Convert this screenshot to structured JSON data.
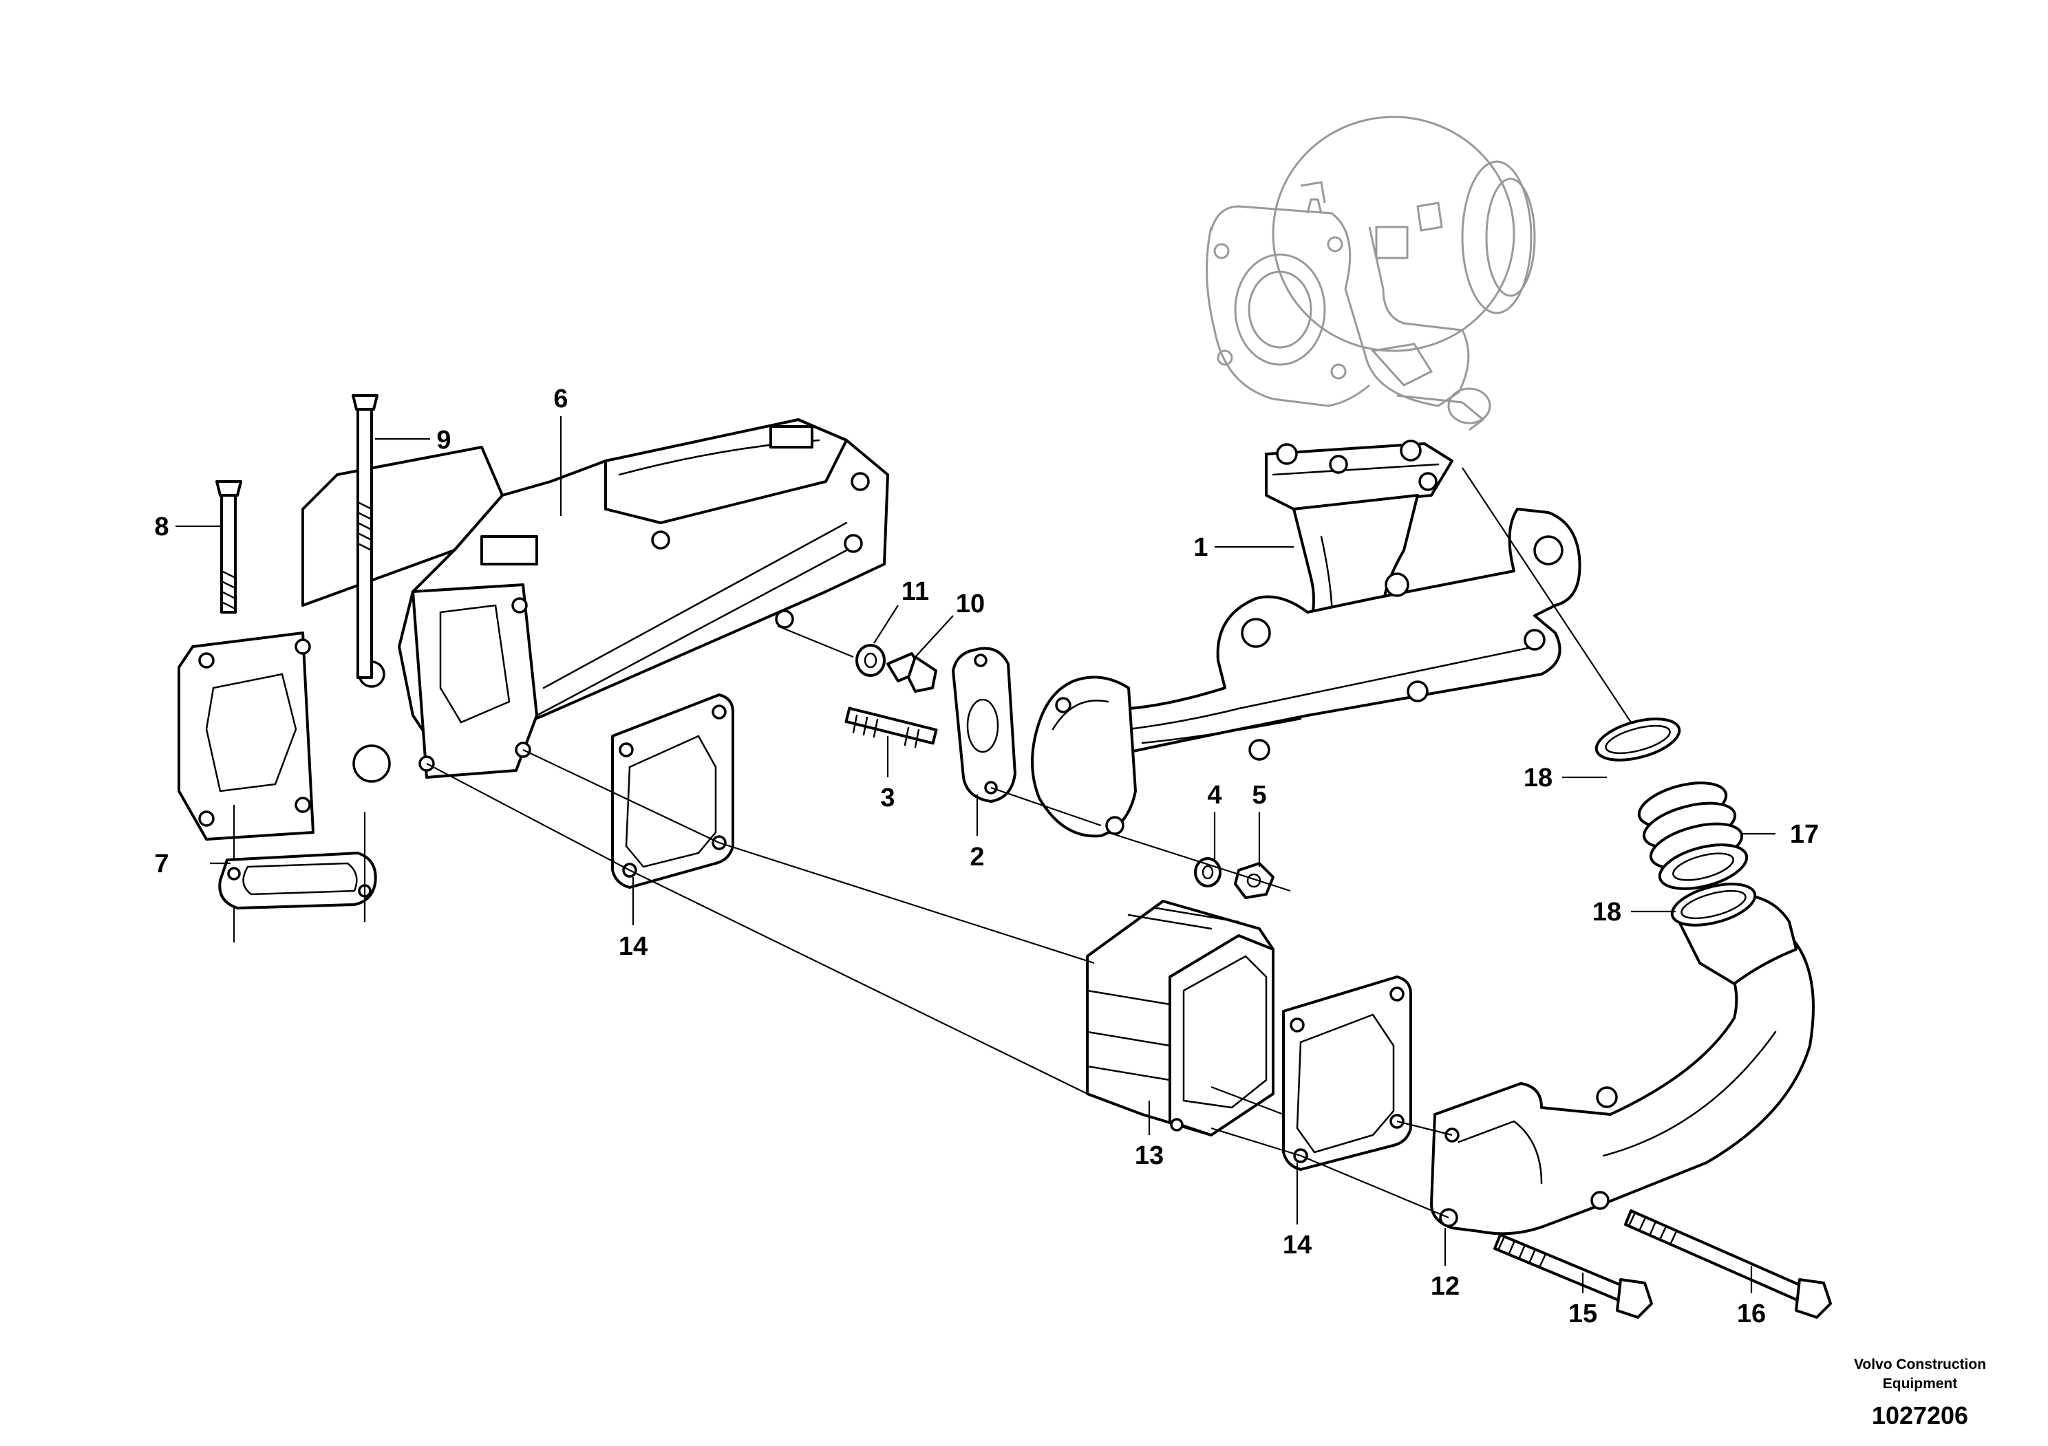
{
  "diagram": {
    "callouts": [
      "1",
      "2",
      "3",
      "4",
      "5",
      "6",
      "7",
      "8",
      "9",
      "10",
      "11",
      "12",
      "13",
      "14",
      "14",
      "15",
      "16",
      "17",
      "18",
      "18"
    ],
    "brand": {
      "line1": "Volvo Construction",
      "line2": "Equipment",
      "number": "1027206"
    }
  }
}
